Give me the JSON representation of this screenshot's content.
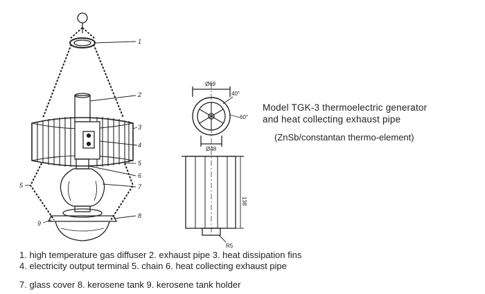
{
  "caption": {
    "line1": "Model TGK-3 thermoelectric generator",
    "line2": "and heat collecting exhaust pipe",
    "line3": "(ZnSb/constantan thermo-element)"
  },
  "callouts": [
    "1",
    "2",
    "3",
    "4",
    "5",
    "6",
    "7",
    "5",
    "9",
    "8"
  ],
  "dimensions": {
    "top_dia": "Ø69",
    "inner_dia": "Ø48",
    "angle_1": "40°",
    "angle_2": "60°",
    "height": "138",
    "radius": "R5"
  },
  "legend": {
    "line1": "1. high temperature gas diffuser  2. exhaust pipe  3. heat dissipation fins",
    "line2": "4. electricity output terminal  5. chain  6. heat collecting exhaust pipe",
    "line3": "7. glass cover  8. kerosene tank  9. kerosene tank holder"
  }
}
